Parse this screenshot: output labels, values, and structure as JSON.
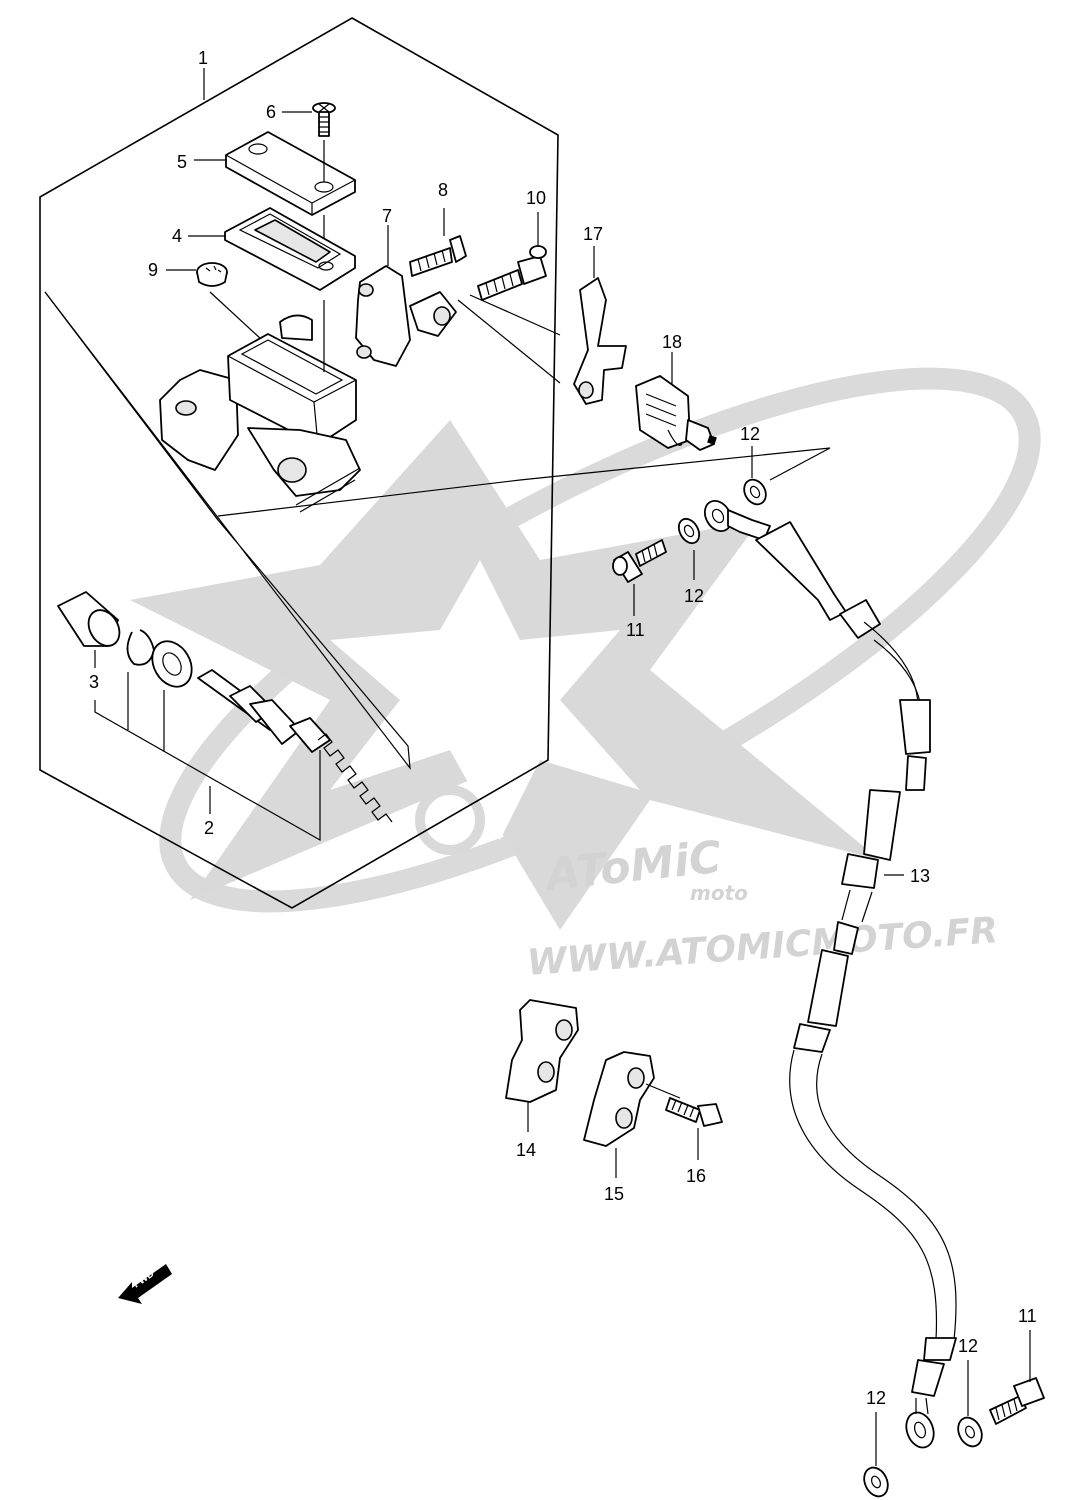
{
  "watermark": {
    "brand": "AToMiC",
    "brand_sub": "moto",
    "url": "WWW.ATOMICMOTO.FR"
  },
  "direction_tag": "FWD",
  "callouts": {
    "p1": "1",
    "p2": "2",
    "p3": "3",
    "p4": "4",
    "p5": "5",
    "p6": "6",
    "p7": "7",
    "p8": "8",
    "p9": "9",
    "p10": "10",
    "p11a": "11",
    "p11b": "11",
    "p12a": "12",
    "p12b": "12",
    "p12c": "12",
    "p12d": "12",
    "p13": "13",
    "p14": "14",
    "p15": "15",
    "p16": "16",
    "p17": "17",
    "p18": "18"
  }
}
